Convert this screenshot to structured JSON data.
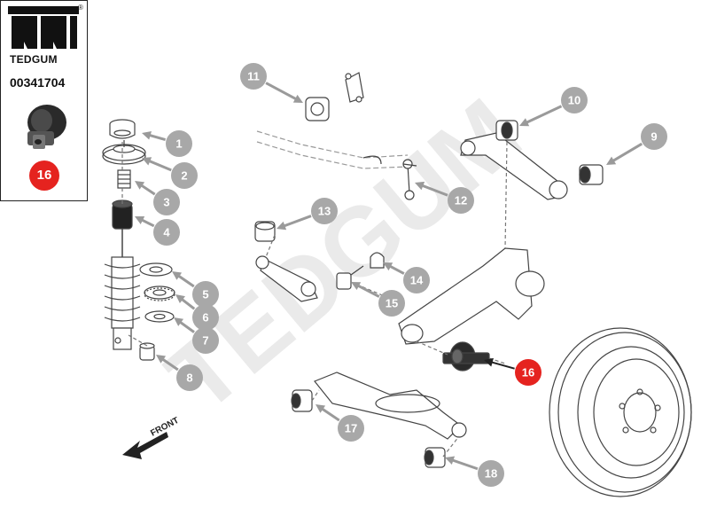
{
  "brand": {
    "name": "TEDGUM",
    "part_number": "00341704",
    "registered_mark": "®"
  },
  "highlight": {
    "label": "16",
    "color": "#e5231f"
  },
  "watermark": "TEDGUM",
  "front_label": "FRONT",
  "callouts": [
    {
      "label": "1"
    },
    {
      "label": "2"
    },
    {
      "label": "3"
    },
    {
      "label": "4"
    },
    {
      "label": "5"
    },
    {
      "label": "6"
    },
    {
      "label": "7"
    },
    {
      "label": "8"
    },
    {
      "label": "9"
    },
    {
      "label": "10"
    },
    {
      "label": "11"
    },
    {
      "label": "12"
    },
    {
      "label": "13"
    },
    {
      "label": "14"
    },
    {
      "label": "15"
    },
    {
      "label": "16"
    },
    {
      "label": "17"
    },
    {
      "label": "18"
    }
  ],
  "colors": {
    "callout": "#a8a8a8",
    "line": "#555555",
    "accent": "#e5231f"
  }
}
